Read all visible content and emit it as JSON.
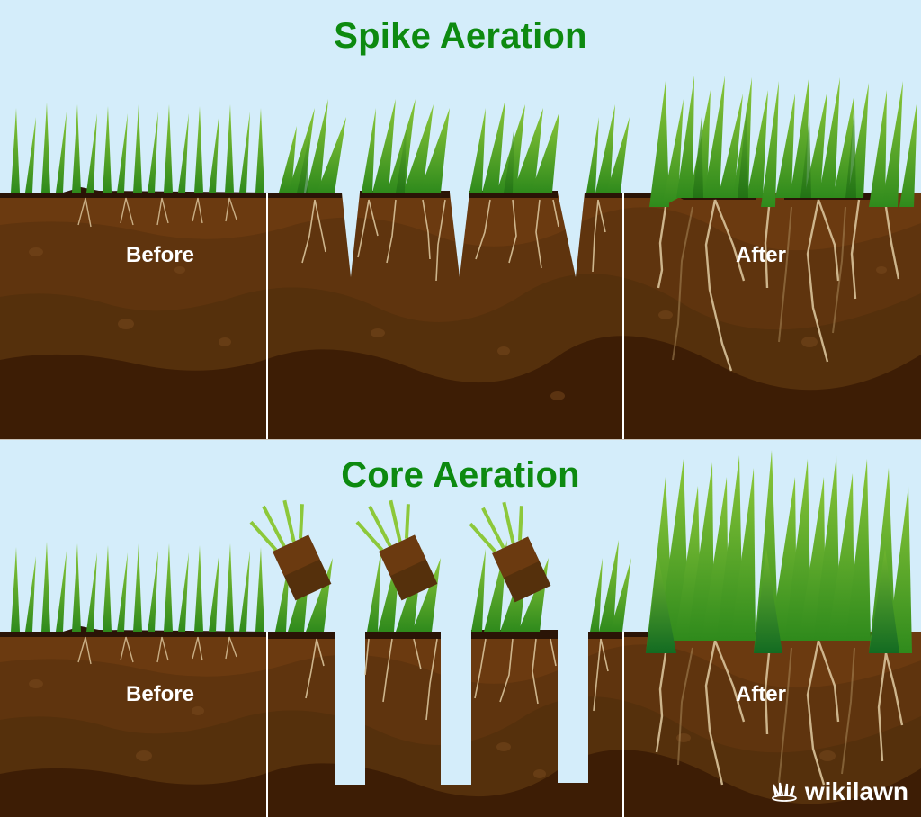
{
  "sections": [
    {
      "title": "Spike Aeration",
      "panels": [
        {
          "label": "Before"
        },
        {
          "label": ""
        },
        {
          "label": "After"
        }
      ]
    },
    {
      "title": "Core Aeration",
      "panels": [
        {
          "label": "Before"
        },
        {
          "label": ""
        },
        {
          "label": "After"
        }
      ]
    }
  ],
  "brand": {
    "name": "wikilawn",
    "icon": "grass-tuft-icon"
  },
  "colors": {
    "sky": "#d4edfa",
    "title_green": "#0d8a10",
    "topsoil": "#6b3a10",
    "soil_mid": "#55300c",
    "soil_deep": "#3d1d05",
    "surface_crust": "#2a1406",
    "grass_light": "#7bbf2a",
    "grass_dark": "#2f8a1c",
    "root": "#d9c39a",
    "divider": "#ffffff"
  }
}
